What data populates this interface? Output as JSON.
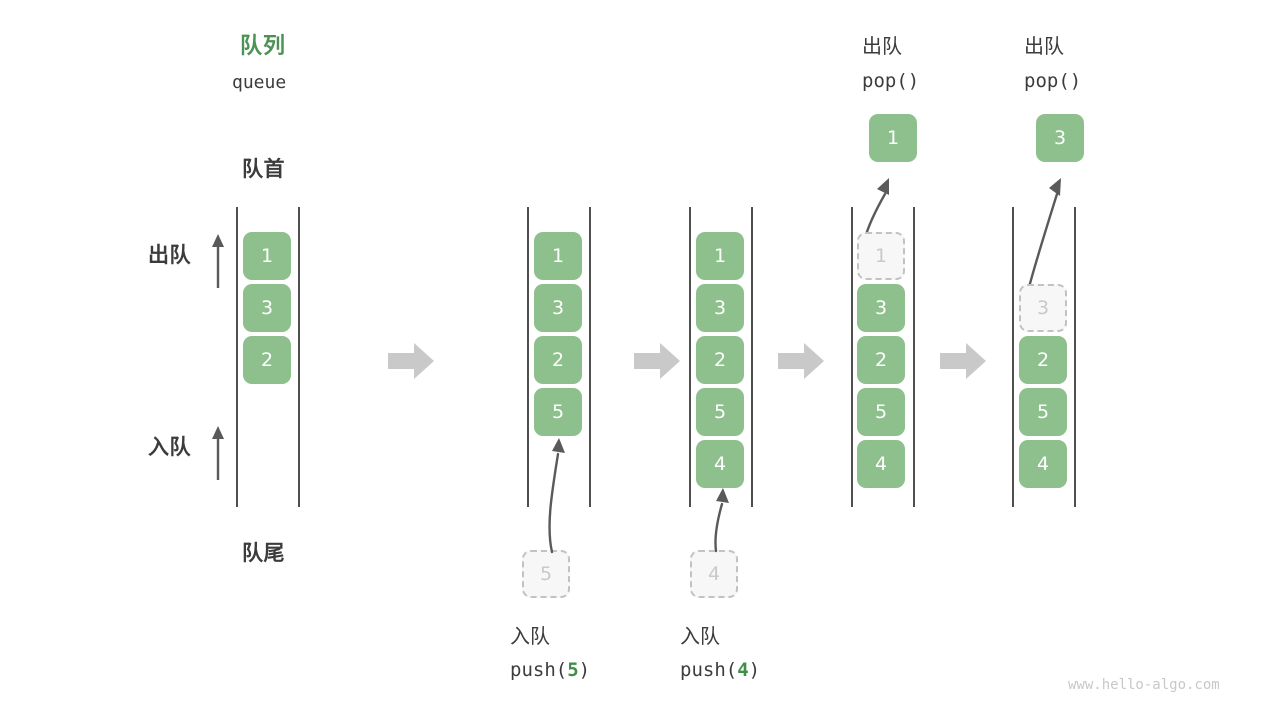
{
  "title": {
    "cn": "队列",
    "en": "queue",
    "color": "#4a9355"
  },
  "labels": {
    "front": "队首",
    "rear": "队尾",
    "dequeue": "出队",
    "enqueue": "入队"
  },
  "watermark": "www.hello-algo.com",
  "colors": {
    "cell_fill": "#8ec08d",
    "cell_text": "#ffffff",
    "ghost_fill": "#f7f7f7",
    "ghost_border": "#c2c2c2",
    "ghost_text": "#c9c9c9",
    "rail": "#4f4f4f",
    "arrow": "#5a5a5a",
    "flow_arrow": "#c9c9c9",
    "accent": "#3f8f4a",
    "text": "#3c3c3c"
  },
  "stages": [
    {
      "id": "initial",
      "cells": [
        "1",
        "3",
        "2"
      ],
      "ghost_index": -1,
      "caption_cn": "",
      "caption_code": "",
      "op_cn": "",
      "op_code": ""
    },
    {
      "id": "push-5",
      "cells": [
        "1",
        "3",
        "2",
        "5"
      ],
      "ghost_index": -1,
      "incoming_value": "5",
      "caption_cn": "入队",
      "caption_code_prefix": "push(",
      "caption_code_value": "5",
      "caption_code_suffix": ")"
    },
    {
      "id": "push-4",
      "cells": [
        "1",
        "3",
        "2",
        "5",
        "4"
      ],
      "ghost_index": -1,
      "incoming_value": "4",
      "caption_cn": "入队",
      "caption_code_prefix": "push(",
      "caption_code_value": "4",
      "caption_code_suffix": ")"
    },
    {
      "id": "pop-1",
      "cells": [
        "1",
        "3",
        "2",
        "5",
        "4"
      ],
      "ghost_index": 0,
      "popped_value": "1",
      "op_cn": "出队",
      "op_code": "pop()"
    },
    {
      "id": "pop-3",
      "cells": [
        "3",
        "2",
        "5",
        "4"
      ],
      "ghost_index": 0,
      "popped_value": "3",
      "op_cn": "出队",
      "op_code": "pop()"
    }
  ],
  "flow_arrows": [
    {
      "name": "flow-arrow-1"
    },
    {
      "name": "flow-arrow-2"
    },
    {
      "name": "flow-arrow-3"
    },
    {
      "name": "flow-arrow-4"
    }
  ]
}
